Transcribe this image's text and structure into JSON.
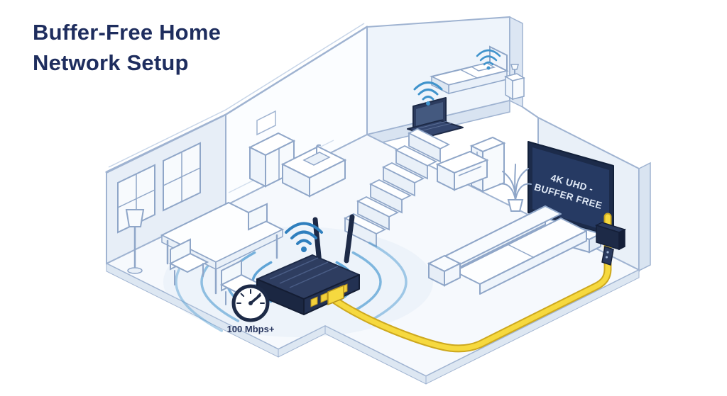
{
  "title": {
    "line1": "Buffer-Free Home",
    "line2": "Network Setup"
  },
  "gauge": {
    "speed_label": "100 Mbps+"
  },
  "tv": {
    "label_line1": "4K UHD -",
    "label_line2": "BUFFER FREE"
  },
  "colors": {
    "title_text": "#1e2d5e",
    "navy": "#1d2a47",
    "tv_screen": "#263a63",
    "wifi_blue": "#3f93cc",
    "wave_blue": "#4f9bd1",
    "cable_yellow": "#f6d93f",
    "cable_outline": "#cda81e",
    "line_blue": "#8fa6c8",
    "wall_fill": "#e7eef7",
    "floor_fill": "#f6f9fd"
  },
  "icons": {
    "router_signal": "wifi-signal-icon",
    "laptop_signal": "wifi-signal-icon",
    "bedroom_signal": "wifi-signal-icon",
    "speed": "speedometer-icon"
  }
}
